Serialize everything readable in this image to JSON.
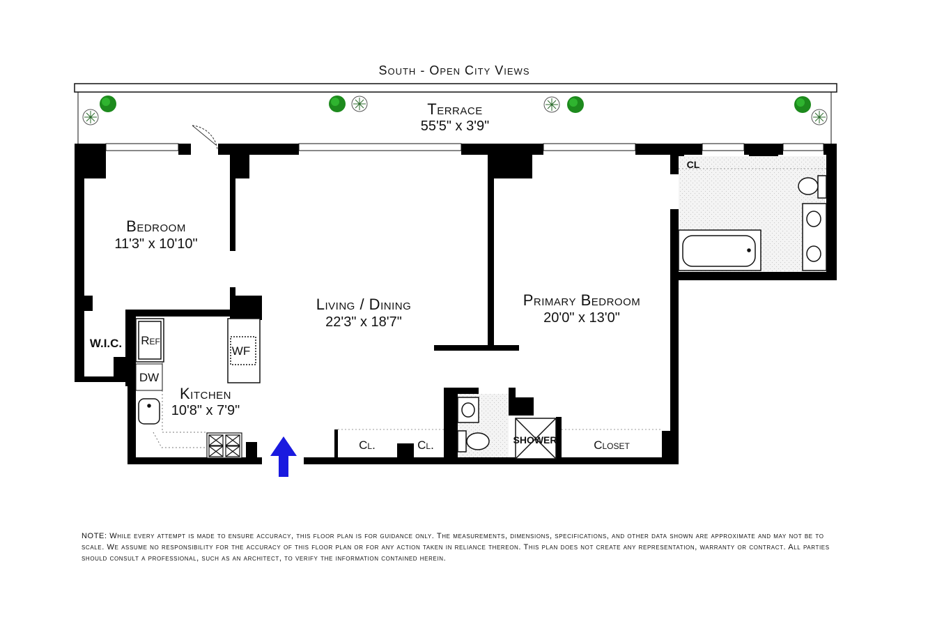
{
  "orientation_label": "South - Open City Views",
  "rooms": {
    "terrace": {
      "name": "Terrace",
      "dims": "55'5\" x 3'9\""
    },
    "bedroom": {
      "name": "Bedroom",
      "dims": "11'3\" x 10'10\""
    },
    "living": {
      "name": "Living / Dining",
      "dims": "22'3\" x 18'7\""
    },
    "primary": {
      "name": "Primary Bedroom",
      "dims": "20'0\" x 13'0\""
    },
    "kitchen": {
      "name": "Kitchen",
      "dims": "10'8\" x 7'9\""
    }
  },
  "fixtures": {
    "wic": "W.I.C.",
    "ref": "Ref",
    "dw": "DW",
    "wf": "WF",
    "closet1": "Cl.",
    "closet2": "Cl.",
    "closet3": "Closet",
    "bath_closet": "CL",
    "shower": "SHOWER"
  },
  "entry_arrow_color": "#1a1adf",
  "note": "NOTE: While every attempt is made to ensure accuracy, this floor plan is for guidance only. The measurements, dimensions, specifications, and other data shown are approximate and may not be to scale. We assume no responsibility for the accuracy of this floor plan or for any action taken in reliance thereon. This plan does not create any representation, warranty or contract. All parties should consult a professional, such as an architect, to verify the information contained herein."
}
